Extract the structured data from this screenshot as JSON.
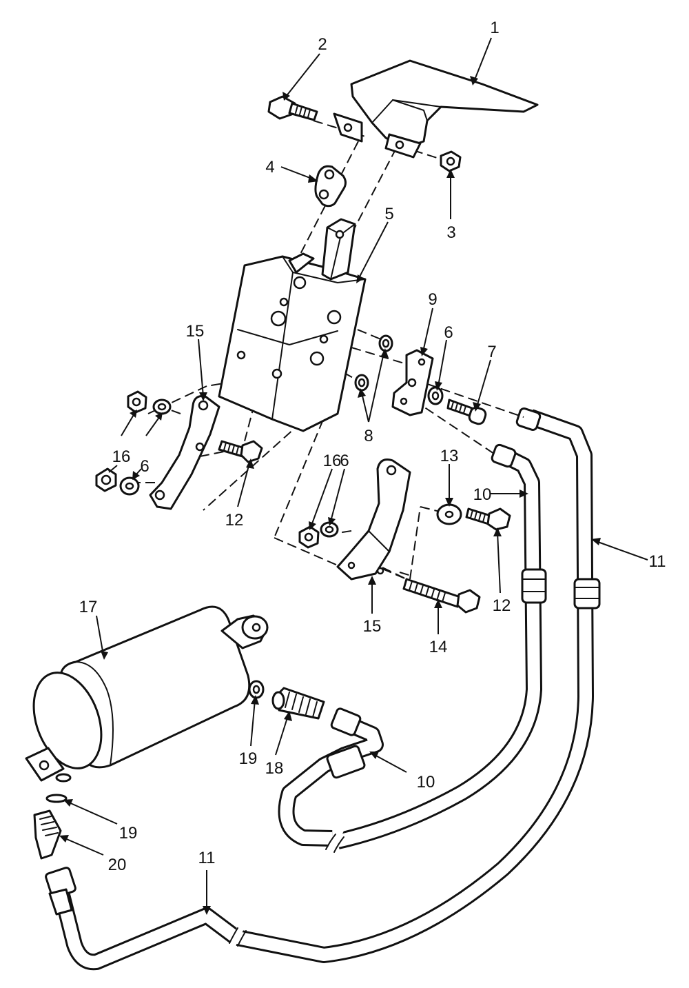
{
  "callouts": [
    {
      "id": "1",
      "label": "1"
    },
    {
      "id": "2",
      "label": "2"
    },
    {
      "id": "3",
      "label": "3"
    },
    {
      "id": "4",
      "label": "4"
    },
    {
      "id": "5",
      "label": "5"
    },
    {
      "id": "6a",
      "label": "6"
    },
    {
      "id": "7",
      "label": "7"
    },
    {
      "id": "8",
      "label": "8"
    },
    {
      "id": "9",
      "label": "9"
    },
    {
      "id": "15a",
      "label": "15"
    },
    {
      "id": "16a",
      "label": "16"
    },
    {
      "id": "6b",
      "label": "6"
    },
    {
      "id": "12a",
      "label": "12"
    },
    {
      "id": "16b",
      "label": "16"
    },
    {
      "id": "6c",
      "label": "6"
    },
    {
      "id": "13",
      "label": "13"
    },
    {
      "id": "10a",
      "label": "10"
    },
    {
      "id": "11a",
      "label": "11"
    },
    {
      "id": "12b",
      "label": "12"
    },
    {
      "id": "15b",
      "label": "15"
    },
    {
      "id": "14",
      "label": "14"
    },
    {
      "id": "17",
      "label": "17"
    },
    {
      "id": "19a",
      "label": "19"
    },
    {
      "id": "18",
      "label": "18"
    },
    {
      "id": "10b",
      "label": "10"
    },
    {
      "id": "19b",
      "label": "19"
    },
    {
      "id": "20",
      "label": "20"
    },
    {
      "id": "11b",
      "label": "11"
    }
  ]
}
